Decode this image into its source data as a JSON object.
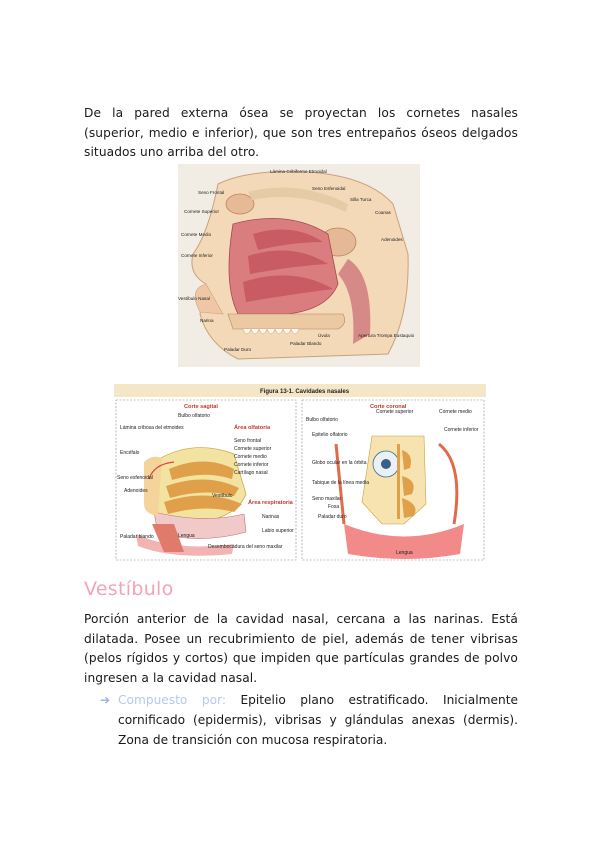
{
  "paragraph1": "De la pared externa ósea se proyectan los cornetes nasales (superior, medio e inferior), que son tres entrepaños óseos delgados situados uno arriba del otro.",
  "figure1": {
    "labels": {
      "lamina": "Lámina Cribiforme Etmoidal",
      "seno_frontal": "Seno Frontal",
      "seno_esfenoidal": "Seno Esfenoidal",
      "silla_turca": "Silla Turca",
      "cornete_superior": "Cornete Superior",
      "coanas": "Coanas",
      "cornete_medio": "Cornete Medio",
      "adenoides": "Adenoides",
      "cornete_inferior": "Cornete Inferior",
      "vestibulo": "Vestíbulo Nasal",
      "narina": "Narina",
      "uvula": "Úvula",
      "paladar_blando": "Paladar Blando",
      "paladar_duro": "Paladar Duro",
      "apertura": "Apertura Trompa Eustaquio"
    }
  },
  "figure2": {
    "title": "Figura 13-1. Cavidades nasales",
    "left_heading": "Corte sagital",
    "right_heading": "Corte coronal",
    "left_labels": {
      "bulbo": "Bulbo olfatorio",
      "lamina": "Lámina cribosa del etmoides",
      "area_olfatoria": "Área olfatoria",
      "encefalo": "Encéfalo",
      "seno_frontal": "Seno frontal",
      "cornete_superior": "Cornete superior",
      "cornete_medio": "Cornete medio",
      "cornete_inferior": "Cornete inferior",
      "cartilago": "Cartílago nasal",
      "seno_esfenoidal": "Seno esfenoidal",
      "adenoides": "Adenoides",
      "vestibulo": "Vestíbulo",
      "area_respiratoria": "Área respiratoria",
      "narinas": "Narinas",
      "labio": "Labio superior",
      "paladar_blando": "Paladar blando",
      "lengua": "Lengua",
      "desembocadura": "Desembocadura del seno maxilar"
    },
    "right_labels": {
      "bulbo": "Bulbo olfatorio",
      "cornete_superior": "Cornete superior",
      "cornete_medio": "Cornete medio",
      "cornete_inferior": "Cornete inferior",
      "epitelio": "Epitelio olfatorio",
      "globo": "Globo ocular en la órbita",
      "tabique": "Tabique de la línea media",
      "seno_maxilar": "Seno maxilar",
      "fosa": "Fosa",
      "paladar_duro": "Paladar duro",
      "lengua": "Lengua"
    }
  },
  "section_title": "Vestíbulo",
  "paragraph2": "Porción anterior de la cavidad nasal, cercana a las narinas. Está dilatada. Posee un recubrimiento de piel, además de tener vibrisas (pelos rígidos y cortos) que impiden que partículas grandes de polvo ingresen a la cavidad nasal.",
  "bullet": {
    "lead": "Compuesto por:",
    "text": " Epitelio plano estratificado. Inicialmente cornificado (epidermis), vibrisas y glándulas anexas (dermis). Zona de transición con mucosa respiratoria."
  }
}
